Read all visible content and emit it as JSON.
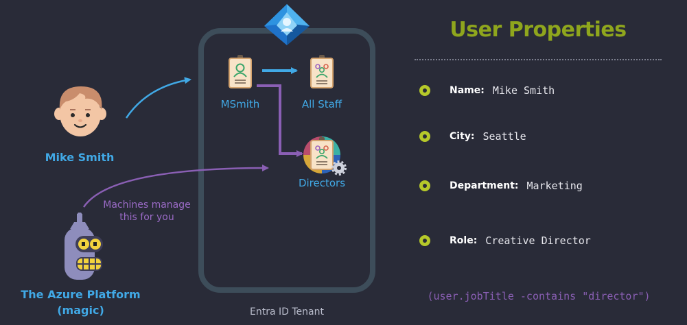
{
  "person": {
    "name": "Mike Smith"
  },
  "platform": {
    "name_line1": "The Azure Platform",
    "name_line2": "(magic)"
  },
  "machine_note": {
    "line1": "Machines manage",
    "line2": "this for you"
  },
  "tenant": {
    "label": "Entra ID Tenant",
    "user_node": "MSmith",
    "group_all": "All Staff",
    "group_directors": "Directors"
  },
  "properties": {
    "title": "User Properties",
    "items": [
      {
        "key": "Name:",
        "value": "Mike Smith"
      },
      {
        "key": "City:",
        "value": "Seattle"
      },
      {
        "key": "Department:",
        "value": "Marketing"
      },
      {
        "key": "Role:",
        "value": "Creative Director"
      }
    ],
    "rule": "(user.jobTitle -contains \"director\")"
  },
  "colors": {
    "background": "#292b38",
    "blue": "#41a9e6",
    "purple": "#8a5fb4",
    "olive": "#8fa61d",
    "tenant_border": "#3d4d5a"
  }
}
